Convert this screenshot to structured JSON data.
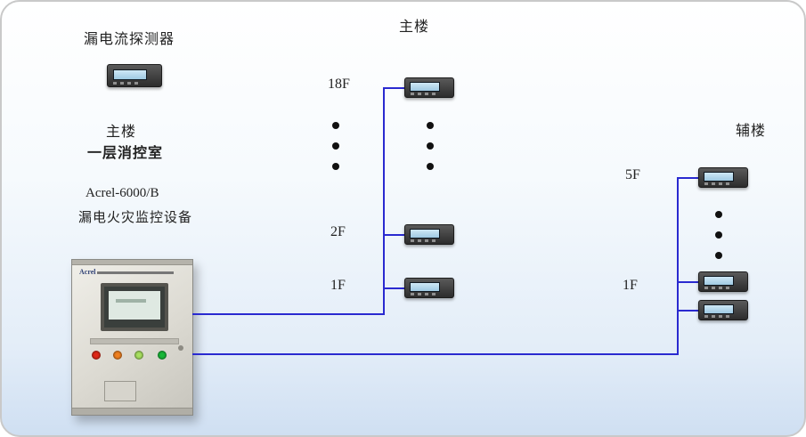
{
  "labels": {
    "main_building": "主楼",
    "aux_building": "辅楼",
    "detector": "漏电流探测器",
    "control_room_line1": "主楼",
    "control_room_line2": "一层消控室",
    "equipment_line1": "Acrel-6000/B",
    "equipment_line2": "漏电火灾监控设备"
  },
  "cabinet": {
    "brand": "Acrel"
  },
  "main_riser": {
    "floors": [
      {
        "label": "18F"
      },
      {
        "label": "2F"
      },
      {
        "label": "1F"
      }
    ]
  },
  "aux_riser": {
    "floors": [
      {
        "label": "5F"
      },
      {
        "label": "1F"
      }
    ]
  },
  "colors": {
    "wire": "#2a2ad0",
    "background_bottom": "#cfdff2"
  }
}
